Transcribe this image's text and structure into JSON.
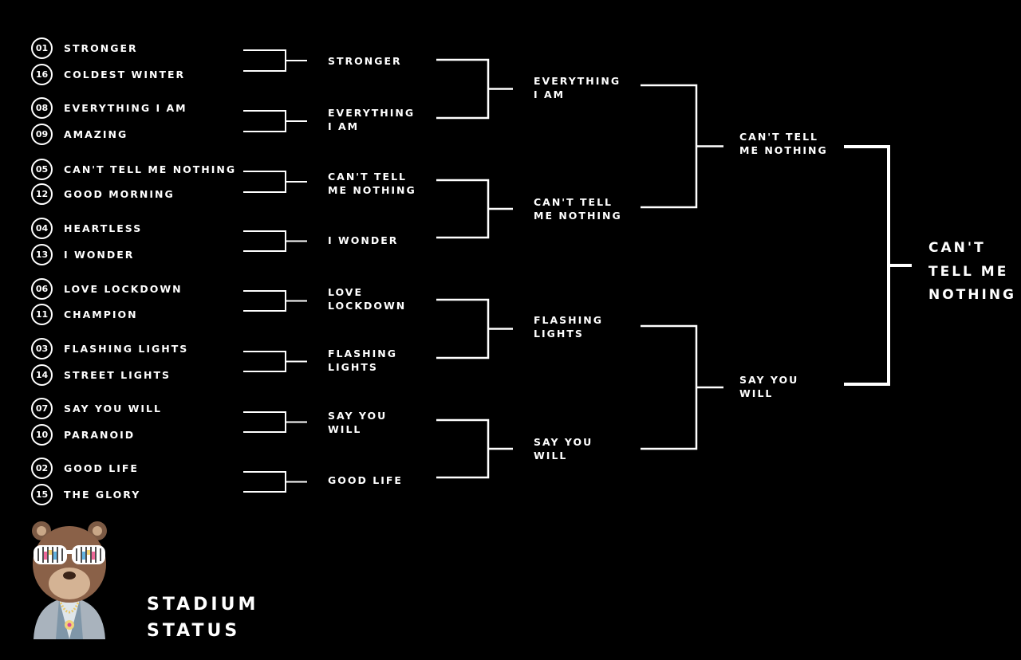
{
  "round1": [
    {
      "seed": "01",
      "song": "STRONGER"
    },
    {
      "seed": "16",
      "song": "COLDEST WINTER"
    },
    {
      "seed": "08",
      "song": "EVERYTHING I AM"
    },
    {
      "seed": "09",
      "song": "AMAZING"
    },
    {
      "seed": "05",
      "song": "CAN'T TELL ME NOTHING"
    },
    {
      "seed": "12",
      "song": "GOOD MORNING"
    },
    {
      "seed": "04",
      "song": "HEARTLESS"
    },
    {
      "seed": "13",
      "song": "I WONDER"
    },
    {
      "seed": "06",
      "song": "LOVE LOCKDOWN"
    },
    {
      "seed": "11",
      "song": "CHAMPION"
    },
    {
      "seed": "03",
      "song": "FLASHING LIGHTS"
    },
    {
      "seed": "14",
      "song": "STREET LIGHTS"
    },
    {
      "seed": "07",
      "song": "SAY YOU WILL"
    },
    {
      "seed": "10",
      "song": "PARANOID"
    },
    {
      "seed": "02",
      "song": "GOOD LIFE"
    },
    {
      "seed": "15",
      "song": "THE GLORY"
    }
  ],
  "round2": [
    "STRONGER",
    "EVERYTHING\nI AM",
    "CAN'T TELL\nME NOTHING",
    "I WONDER",
    "LOVE\nLOCKDOWN",
    "FLASHING\nLIGHTS",
    "SAY YOU\nWILL",
    "GOOD LIFE"
  ],
  "round3": [
    "EVERYTHING\nI AM",
    "CAN'T TELL\nME NOTHING",
    "FLASHING\nLIGHTS",
    "SAY YOU\nWILL"
  ],
  "round4": [
    "CAN'T TELL\nME NOTHING",
    "SAY YOU\nWILL"
  ],
  "champion": "CAN'T\nTELL ME\nNOTHING",
  "footer": "STADIUM\nSTATUS",
  "colors": {
    "background": "#000000",
    "foreground": "#ffffff"
  }
}
